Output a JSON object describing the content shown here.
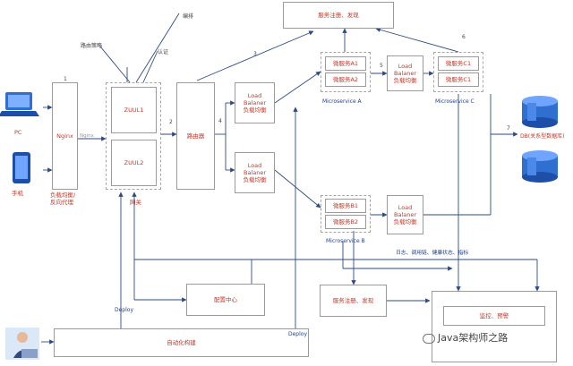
{
  "diagram": {
    "clients": {
      "pc": "PC",
      "phone": "手机"
    },
    "nginx": {
      "label": "Nginx",
      "caption": "负载均衡/\n反向代理",
      "link_label": "Nginx"
    },
    "gateway": {
      "zuul1": "ZUUL1",
      "zuul2": "ZUUL2",
      "caption": "网关",
      "annotations": {
        "routing_strategy": "路由策略",
        "rate_limit": "编排",
        "auth": "认证"
      }
    },
    "router": "路由器",
    "load_balancer": {
      "line1": "Load",
      "line2": "Balaner",
      "line3": "负载均衡"
    },
    "registry_top": "服务注册、发现",
    "microservice_a": {
      "a1": "微服务A1",
      "a2": "微服务A2",
      "caption": "Microservice A"
    },
    "microservice_b": {
      "b1": "微服务B1",
      "b2": "微服务B2",
      "caption": "Microservice B"
    },
    "microservice_c": {
      "c1": "微服务C1",
      "c2": "微服务C1",
      "caption": "Microservice C"
    },
    "db": "DB(关系型数据库)",
    "config_center": "配置中心",
    "registry_bottom": "服务注册、发现",
    "monitor": "监控、预警",
    "auto_build": "自动化构建",
    "deploy_left": "Deploy",
    "deploy_right": "Deploy",
    "logs_label": "日志、调用链、健康状态、指标",
    "steps": {
      "s1": "1",
      "s2": "2",
      "s3": "3",
      "s4": "4",
      "s5": "5",
      "s6": "6",
      "s7": "7"
    }
  },
  "watermark": "Java架构师之路",
  "colors": {
    "red_text": "#c0392b",
    "blue_text": "#1f3f8f",
    "line": "#2e4a86",
    "box_border": "#9b9b9b",
    "server": "#2f6fd0"
  },
  "icons": [
    "laptop-icon",
    "phone-icon",
    "database-icon",
    "developer-icon",
    "wechat-icon"
  ]
}
